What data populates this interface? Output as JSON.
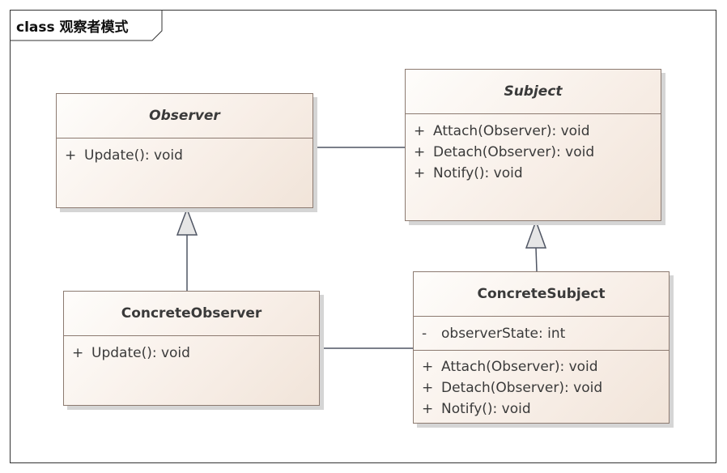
{
  "frame_label": "class 观察者模式",
  "classes": {
    "observer": {
      "name": "Observer",
      "abstract": true,
      "operations": [
        {
          "visibility": "+",
          "text": "Update(): void"
        }
      ]
    },
    "subject": {
      "name": "Subject",
      "abstract": true,
      "operations": [
        {
          "visibility": "+",
          "text": "Attach(Observer): void"
        },
        {
          "visibility": "+",
          "text": "Detach(Observer): void"
        },
        {
          "visibility": "+",
          "text": "Notify(): void"
        }
      ]
    },
    "concrete_observer": {
      "name": "ConcreteObserver",
      "abstract": false,
      "operations": [
        {
          "visibility": "+",
          "text": "Update(): void"
        }
      ]
    },
    "concrete_subject": {
      "name": "ConcreteSubject",
      "abstract": false,
      "attributes": [
        {
          "visibility": "-",
          "text": "observerState: int"
        }
      ],
      "operations": [
        {
          "visibility": "+",
          "text": "Attach(Observer): void"
        },
        {
          "visibility": "+",
          "text": "Detach(Observer): void"
        },
        {
          "visibility": "+",
          "text": "Notify(): void"
        }
      ]
    }
  },
  "relationships": [
    {
      "type": "association",
      "from": "observer",
      "to": "subject"
    },
    {
      "type": "association",
      "from": "concrete_observer",
      "to": "concrete_subject"
    },
    {
      "type": "generalization",
      "from": "concrete_observer",
      "to": "observer"
    },
    {
      "type": "generalization",
      "from": "concrete_subject",
      "to": "subject"
    }
  ],
  "colors": {
    "box_border": "#8c7a70",
    "box_fill_light": "#fefdfb",
    "box_fill_dark": "#f1e4d9",
    "connector": "#4f5563",
    "arrowhead_fill": "#e6e6e6"
  }
}
